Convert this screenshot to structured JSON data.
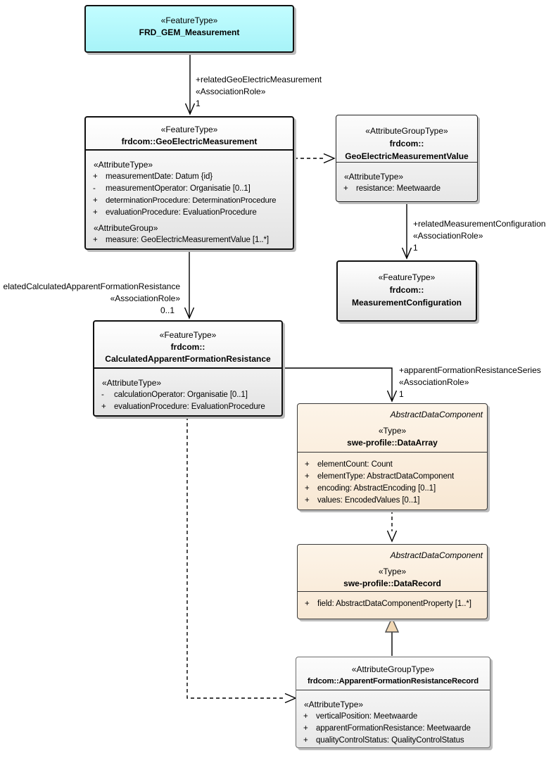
{
  "colors": {
    "feature_highlight_fill": "#aef2f8",
    "datatype_fill": "#faeede",
    "box_fill": "#f0f0f0",
    "line": "#000000",
    "shadow": "#bdbdbd",
    "generalization_triangle_fill": "#f2d8b4"
  },
  "boxes": {
    "frdGem": {
      "stereotype": "«FeatureType»",
      "name": "FRD_GEM_Measurement"
    },
    "gem": {
      "stereotype": "«FeatureType»",
      "name": "frdcom::GeoElectricMeasurement",
      "attrHeading": "«AttributeType»",
      "attrs": [
        {
          "vis": "+",
          "text": "measurementDate: Datum {id}"
        },
        {
          "vis": "-",
          "text": "measurementOperator: Organisatie [0..1]"
        },
        {
          "vis": "+",
          "text": "determinationProcedure: DeterminationProcedure"
        },
        {
          "vis": "+",
          "text": "evaluationProcedure: EvaluationProcedure"
        }
      ],
      "groupHeading": "«AttributeGroup»",
      "groupAttrs": [
        {
          "vis": "+",
          "text": "measure: GeoElectricMeasurementValue [1..*]"
        }
      ]
    },
    "gemValue": {
      "stereotype": "«AttributeGroupType»",
      "name1": "frdcom::",
      "name2": "GeoElectricMeasurementValue",
      "attrHeading": "«AttributeType»",
      "attrs": [
        {
          "vis": "+",
          "text": "resistance: Meetwaarde"
        }
      ]
    },
    "measConfig": {
      "stereotype": "«FeatureType»",
      "name1": "frdcom::",
      "name2": "MeasurementConfiguration"
    },
    "calc": {
      "stereotype": "«FeatureType»",
      "name1": "frdcom::",
      "name2": "CalculatedApparentFormationResistance",
      "attrHeading": "«AttributeType»",
      "attrs": [
        {
          "vis": "-",
          "text": "calculationOperator: Organisatie [0..1]"
        },
        {
          "vis": "+",
          "text": "evaluationProcedure: EvaluationProcedure"
        }
      ]
    },
    "dataArray": {
      "parent": "AbstractDataComponent",
      "stereotype": "«Type»",
      "name": "swe-profile::DataArray",
      "attrs": [
        {
          "vis": "+",
          "text": "elementCount: Count"
        },
        {
          "vis": "+",
          "text": "elementType: AbstractDataComponent"
        },
        {
          "vis": "+",
          "text": "encoding: AbstractEncoding [0..1]"
        },
        {
          "vis": "+",
          "text": "values: EncodedValues [0..1]"
        }
      ]
    },
    "dataRecord": {
      "parent": "AbstractDataComponent",
      "stereotype": "«Type»",
      "name": "swe-profile::DataRecord",
      "attrs": [
        {
          "vis": "+",
          "text": "field: AbstractDataComponentProperty [1..*]"
        }
      ]
    },
    "afrr": {
      "stereotype": "«AttributeGroupType»",
      "name": "frdcom::ApparentFormationResistanceRecord",
      "attrHeading": "«AttributeType»",
      "attrs": [
        {
          "vis": "+",
          "text": "verticalPosition: Meetwaarde"
        },
        {
          "vis": "+",
          "text": "apparentFormationResistance: Meetwaarde"
        },
        {
          "vis": "+",
          "text": "qualityControlStatus: QualityControlStatus"
        }
      ]
    }
  },
  "connectors": {
    "relatedGeoElectricMeasurement": {
      "role": "+relatedGeoElectricMeasurement",
      "stereotype": "«AssociationRole»",
      "multiplicity": "1"
    },
    "relatedMeasurementConfiguration": {
      "role": "+relatedMeasurementConfiguration",
      "stereotype": "«AssociationRole»",
      "multiplicity": "1"
    },
    "relatedCalculatedApparentFormationResistance": {
      "role": "elatedCalculatedApparentFormationResistance",
      "stereotype": "«AssociationRole»",
      "multiplicity": "0..1"
    },
    "apparentFormationResistanceSeries": {
      "role": "+apparentFormationResistanceSeries",
      "stereotype": "«AssociationRole»",
      "multiplicity": "1"
    }
  }
}
